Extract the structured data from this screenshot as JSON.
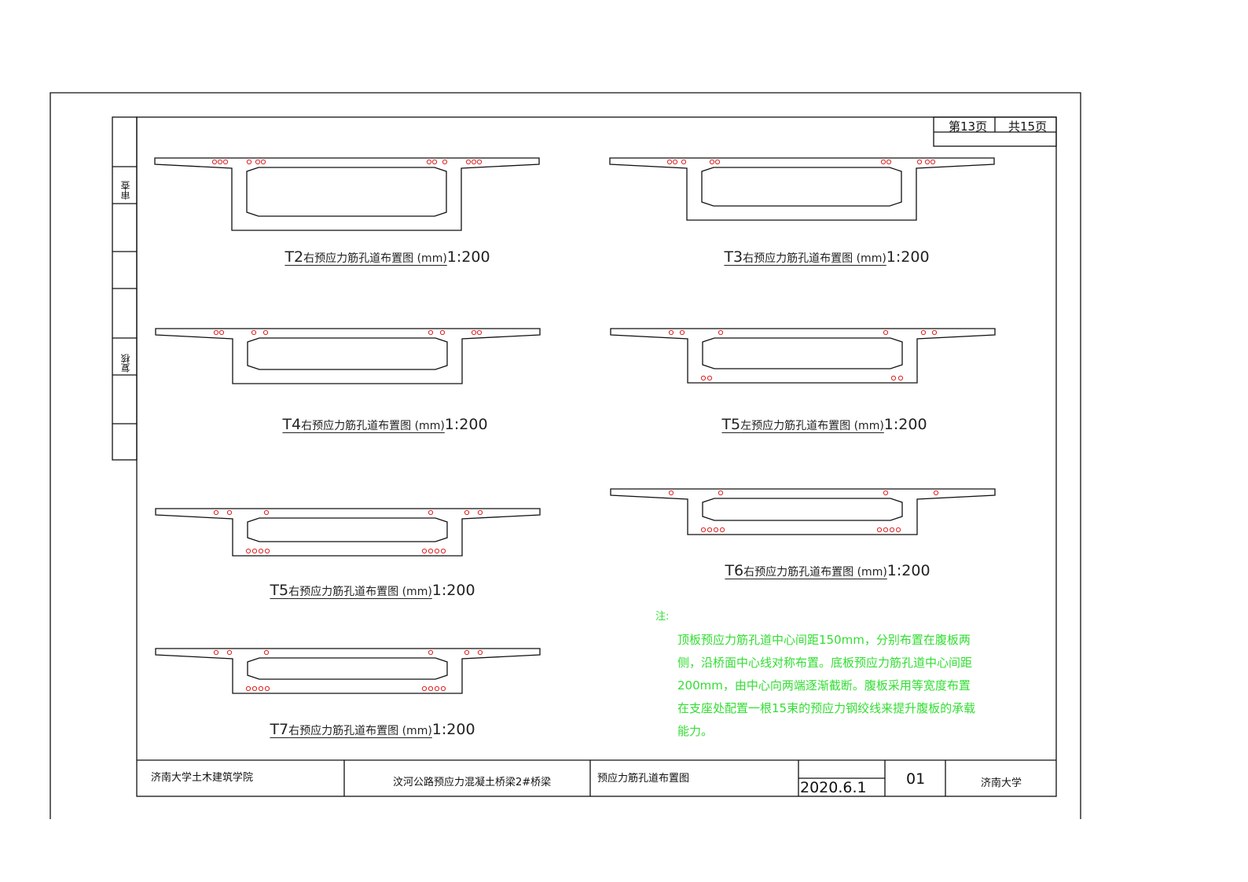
{
  "sheet": {
    "page_label": "第13页",
    "total_label": "共15页"
  },
  "side_strip": {
    "review": "审查",
    "check": "复核"
  },
  "sections": [
    {
      "id": "T2",
      "title_main": "T2",
      "title_rest": "右预应力筋孔道布置图 (mm)",
      "scale": "1:200"
    },
    {
      "id": "T3",
      "title_main": "T3",
      "title_rest": "右预应力筋孔道布置图 (mm)",
      "scale": "1:200"
    },
    {
      "id": "T4",
      "title_main": "T4",
      "title_rest": "右预应力筋孔道布置图 (mm)",
      "scale": "1:200"
    },
    {
      "id": "T5L",
      "title_main": "T5",
      "title_rest": "左预应力筋孔道布置图 (mm)",
      "scale": "1:200"
    },
    {
      "id": "T5R",
      "title_main": "T5",
      "title_rest": "右预应力筋孔道布置图 (mm)",
      "scale": "1:200"
    },
    {
      "id": "T6",
      "title_main": "T6",
      "title_rest": "右预应力筋孔道布置图 (mm)",
      "scale": "1:200"
    },
    {
      "id": "T7",
      "title_main": "T7",
      "title_rest": "右预应力筋孔道布置图 (mm)",
      "scale": "1:200"
    }
  ],
  "notes": {
    "heading": "注:",
    "lines": [
      "顶板预应力筋孔道中心间距150mm，分别布置在腹板两",
      "侧，沿桥面中心线对称布置。底板预应力筋孔道中心间距",
      "200mm，由中心向两端逐渐截断。腹板采用等宽度布置",
      "在支座处配置一根15束的预应力钢绞线来提升腹板的承载",
      "能力。"
    ]
  },
  "title_block": {
    "school": "济南大学土木建筑学院",
    "project": "汶河公路预应力混凝土桥梁2#桥梁",
    "drawing": "预应力筋孔道布置图",
    "date": "2020.6.1",
    "number": "01",
    "university": "济南大学"
  },
  "colors": {
    "line": "#111111",
    "duct": "#dd2222",
    "note": "#33dd33"
  }
}
